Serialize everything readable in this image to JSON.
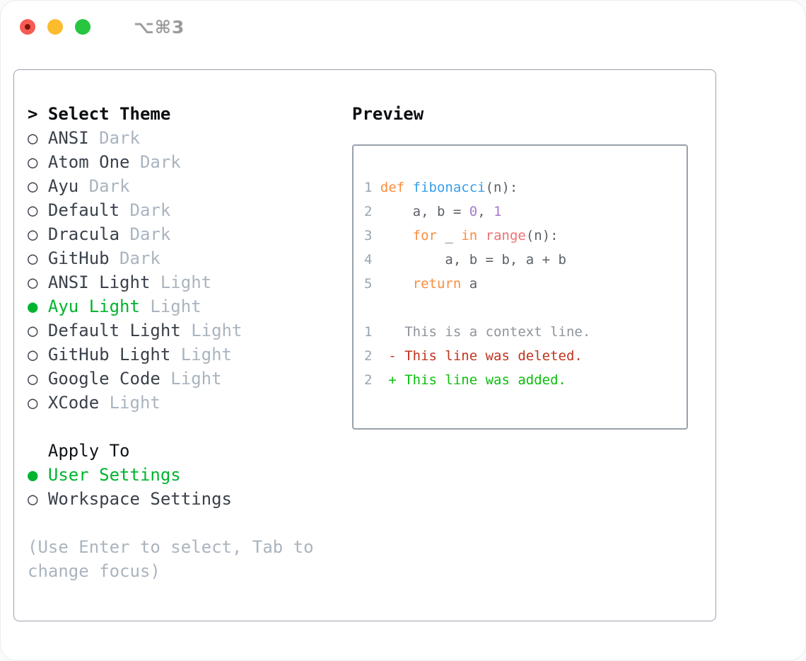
{
  "window": {
    "shortcut": "⌥⌘3",
    "buttons": [
      "close",
      "minimize",
      "zoom"
    ]
  },
  "theme_picker": {
    "header": {
      "cursor": ">",
      "label": "Select Theme"
    },
    "items": [
      {
        "name": "ANSI",
        "tag": "Dark",
        "selected": false
      },
      {
        "name": "Atom One",
        "tag": "Dark",
        "selected": false
      },
      {
        "name": "Ayu",
        "tag": "Dark",
        "selected": false
      },
      {
        "name": "Default",
        "tag": "Dark",
        "selected": false
      },
      {
        "name": "Dracula",
        "tag": "Dark",
        "selected": false
      },
      {
        "name": "GitHub",
        "tag": "Dark",
        "selected": false
      },
      {
        "name": "ANSI Light",
        "tag": "Light",
        "selected": false
      },
      {
        "name": "Ayu Light",
        "tag": "Light",
        "selected": true
      },
      {
        "name": "Default Light",
        "tag": "Light",
        "selected": false
      },
      {
        "name": "GitHub Light",
        "tag": "Light",
        "selected": false
      },
      {
        "name": "Google Code",
        "tag": "Light",
        "selected": false
      },
      {
        "name": "XCode",
        "tag": "Light",
        "selected": false
      }
    ],
    "radio_glyphs": {
      "selected": "●",
      "unselected": "○"
    },
    "apply_to": {
      "label": "Apply To",
      "options": [
        {
          "name": "User Settings",
          "selected": true
        },
        {
          "name": "Workspace Settings",
          "selected": false
        }
      ]
    },
    "help_lines": [
      "(Use Enter to select, Tab to",
      "change focus)"
    ]
  },
  "preview": {
    "label": "Preview",
    "code_lines": [
      [],
      [
        {
          "t": "1 ",
          "c": "ln"
        },
        {
          "t": "def ",
          "c": "kw"
        },
        {
          "t": "fibonacci",
          "c": "fn"
        },
        {
          "t": "(n):",
          "c": "fg"
        }
      ],
      [
        {
          "t": "2 ",
          "c": "ln"
        },
        {
          "t": "    a, b = ",
          "c": "fg"
        },
        {
          "t": "0",
          "c": "num"
        },
        {
          "t": ", ",
          "c": "fg"
        },
        {
          "t": "1",
          "c": "num"
        }
      ],
      [
        {
          "t": "3 ",
          "c": "ln"
        },
        {
          "t": "    ",
          "c": "fg"
        },
        {
          "t": "for",
          "c": "kw"
        },
        {
          "t": " _ ",
          "c": "fg"
        },
        {
          "t": "in",
          "c": "kw"
        },
        {
          "t": " ",
          "c": "fg"
        },
        {
          "t": "range",
          "c": "call"
        },
        {
          "t": "(n):",
          "c": "fg"
        }
      ],
      [
        {
          "t": "4 ",
          "c": "ln"
        },
        {
          "t": "        a, b = b, a + b",
          "c": "fg"
        }
      ],
      [
        {
          "t": "5 ",
          "c": "ln"
        },
        {
          "t": "    ",
          "c": "fg"
        },
        {
          "t": "return",
          "c": "kw"
        },
        {
          "t": " a",
          "c": "fg"
        }
      ],
      [],
      [
        {
          "t": "1 ",
          "c": "ln"
        },
        {
          "t": "   This is a context line.",
          "c": "ctx"
        }
      ],
      [
        {
          "t": "2 ",
          "c": "ln"
        },
        {
          "t": " - This line was deleted.",
          "c": "del"
        }
      ],
      [
        {
          "t": "2 ",
          "c": "ln"
        },
        {
          "t": " + This line was added.",
          "c": "add"
        }
      ]
    ],
    "palette": {
      "ln": "#9aa4b0",
      "fg": "#5c6166",
      "kw": "#fa8d3e",
      "fn": "#399ee6",
      "num": "#a37acc",
      "call": "#f07171",
      "ctx": "#8f949b",
      "del": "#c2331d",
      "add": "#0bbf0b"
    }
  },
  "colors": {
    "accent_green": "#00b42e",
    "item_text": "#3a414b",
    "muted_text": "#aab4bf",
    "panel_border": "#9aa2ad",
    "titlebar_text": "#9b9b9b",
    "traffic_red": "#f85b52",
    "traffic_yellow": "#fdbc2e",
    "traffic_green": "#28c53f"
  }
}
